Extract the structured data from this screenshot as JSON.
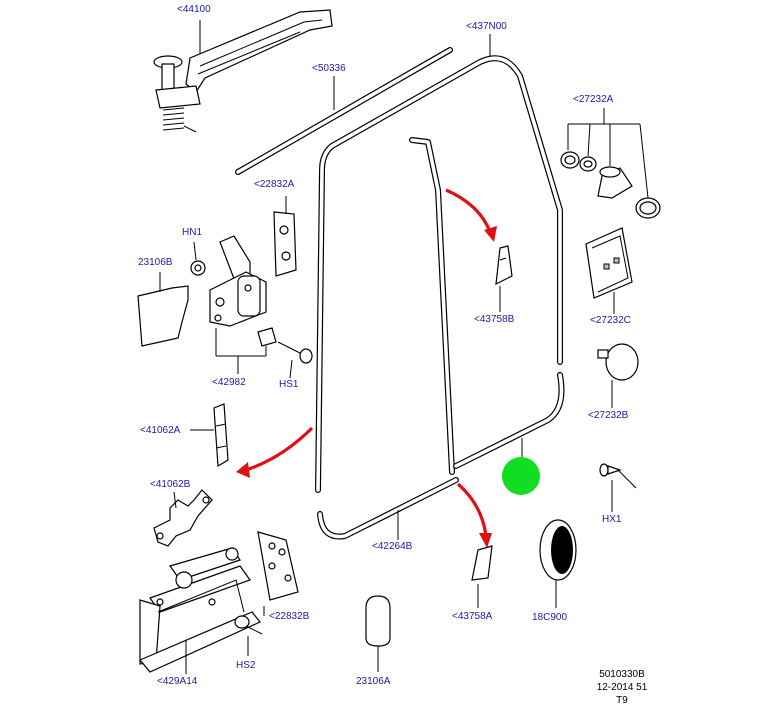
{
  "colors": {
    "callout_text": "#1a1aa8",
    "line": "#000000",
    "arrow": "#e01010",
    "marker": "#11dd22"
  },
  "callouts": {
    "c44100": "<44100",
    "c437N00": "<437N00",
    "c50336": "<50336",
    "c27232A": "<27232A",
    "c22832A": "<22832A",
    "cHN1": "HN1",
    "c23106B": "23106B",
    "c43758B": "<43758B",
    "c27232C": "<27232C",
    "c42982": "<42982",
    "cHS1": "HS1",
    "c27232B": "<27232B",
    "c41062A": "<41062A",
    "c41062B": "<41062B",
    "cHX1": "HX1",
    "c42264B": "<42264B",
    "c22832B": "<22832B",
    "c43758A": "<43758A",
    "c18C900": "18C900",
    "cHS2": "HS2",
    "c429A14": "<429A14",
    "c23106A": "23106A"
  },
  "footer": {
    "ref_code": "5010330B",
    "date_line": "12-2014 51",
    "page": "T9"
  },
  "marker": "green-dot-marker"
}
